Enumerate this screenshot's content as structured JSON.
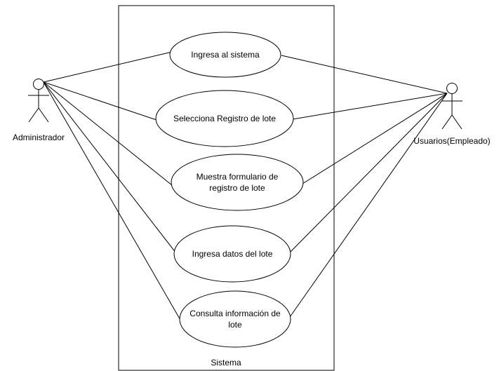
{
  "system_label": "Sistema",
  "actors": {
    "admin": {
      "label": "Administrador"
    },
    "user": {
      "label": "Usuarios(Empleado)"
    }
  },
  "use_cases": [
    {
      "id": "uc1",
      "lines": [
        "Ingresa al sistema"
      ]
    },
    {
      "id": "uc2",
      "lines": [
        "Selecciona Registro de lote"
      ]
    },
    {
      "id": "uc3",
      "lines": [
        "Muestra formulario de",
        "registro de lote"
      ]
    },
    {
      "id": "uc4",
      "lines": [
        "Ingresa datos del lote"
      ]
    },
    {
      "id": "uc5",
      "lines": [
        "Consulta información de",
        "lote"
      ]
    }
  ],
  "associations": [
    {
      "from": "admin",
      "to": "uc1"
    },
    {
      "from": "admin",
      "to": "uc2"
    },
    {
      "from": "admin",
      "to": "uc3"
    },
    {
      "from": "admin",
      "to": "uc4"
    },
    {
      "from": "admin",
      "to": "uc5"
    },
    {
      "from": "user",
      "to": "uc1"
    },
    {
      "from": "user",
      "to": "uc2"
    },
    {
      "from": "user",
      "to": "uc3"
    },
    {
      "from": "user",
      "to": "uc4"
    },
    {
      "from": "user",
      "to": "uc5"
    }
  ]
}
